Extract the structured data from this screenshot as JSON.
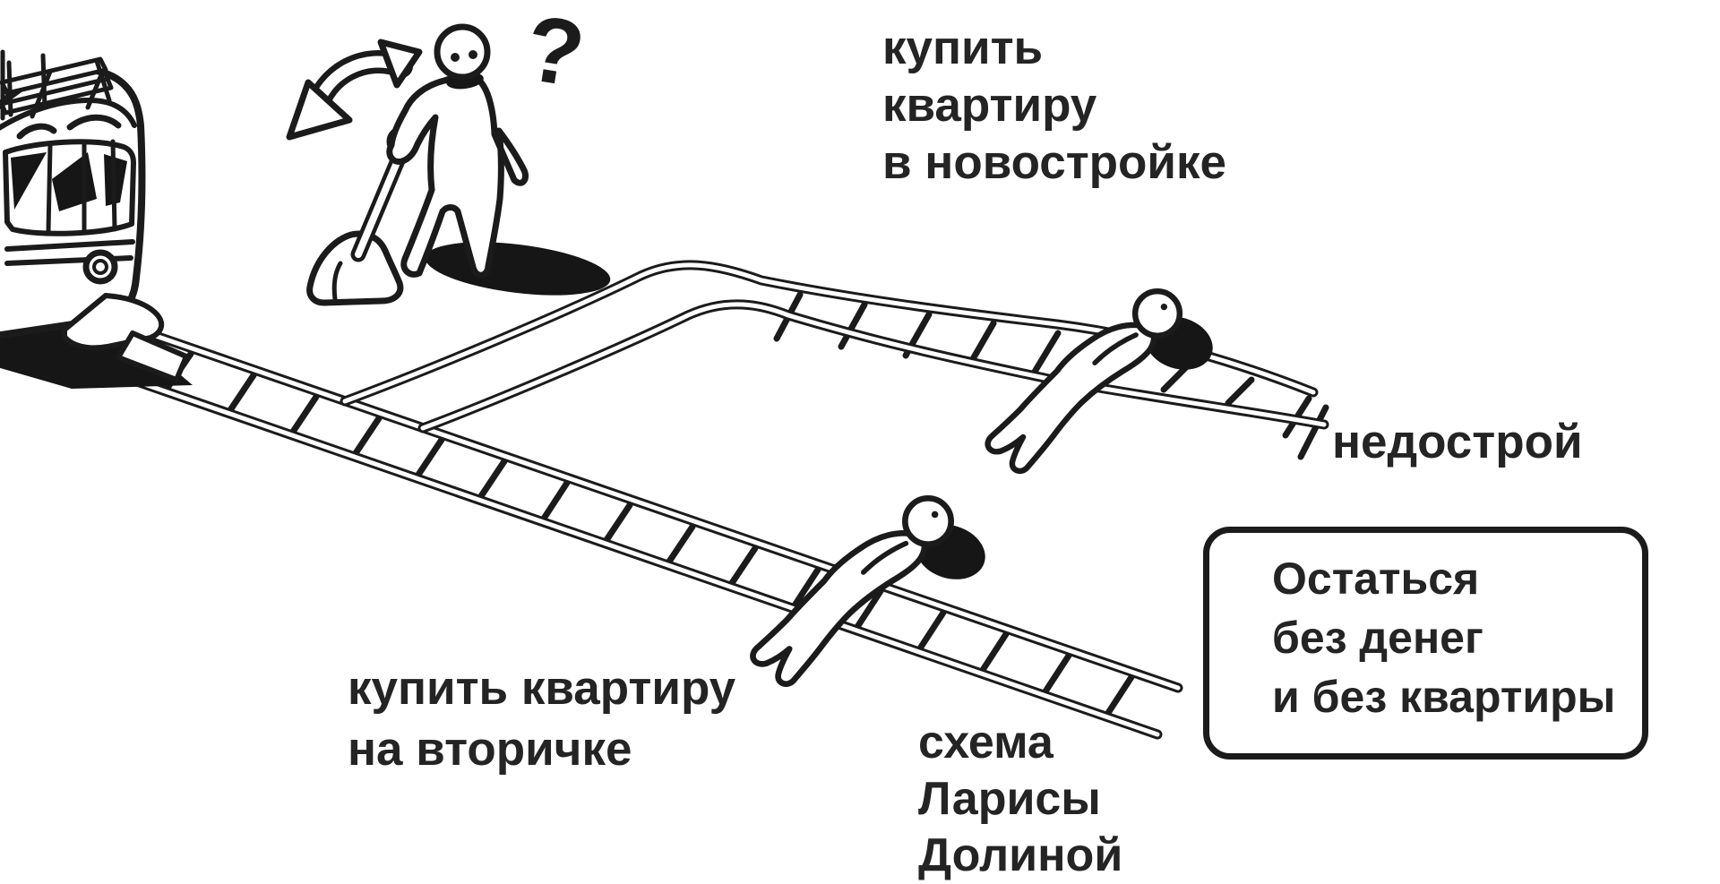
{
  "colors": {
    "background": "#ffffff",
    "ink": "#1b1b1b",
    "text": "#242424"
  },
  "labels": {
    "top_option": {
      "lines": [
        "купить",
        "квартиру",
        "в новостройке"
      ]
    },
    "upper_outcome": {
      "text": "недострой"
    },
    "bottom_option": {
      "lines": [
        "купить квартиру",
        "на вторичке"
      ]
    },
    "scheme_caption": {
      "lines": [
        "схема",
        "Ларисы",
        "Долиной"
      ]
    },
    "outcome_box": {
      "lines": [
        "Остаться",
        "без денег",
        "и без квартиры"
      ]
    }
  },
  "glyphs": {
    "question_mark": "?"
  }
}
